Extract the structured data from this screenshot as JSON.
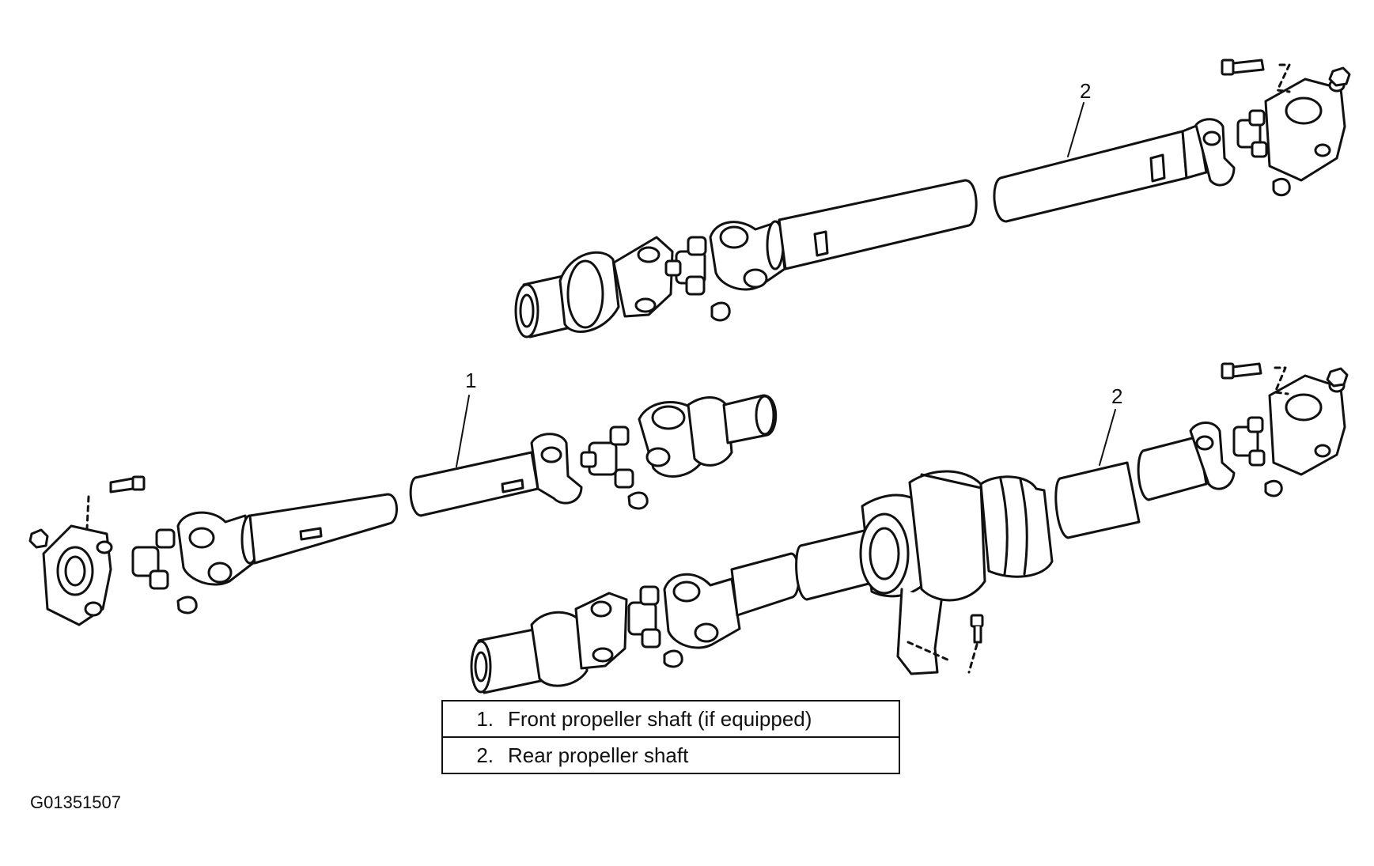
{
  "callouts": {
    "rear_upper": "2",
    "front": "1",
    "rear_lower": "2"
  },
  "legend": [
    {
      "num": "1.",
      "text": "Front propeller shaft (if equipped)"
    },
    {
      "num": "2.",
      "text": "Rear propeller shaft"
    }
  ],
  "figure_id": "G01351507"
}
